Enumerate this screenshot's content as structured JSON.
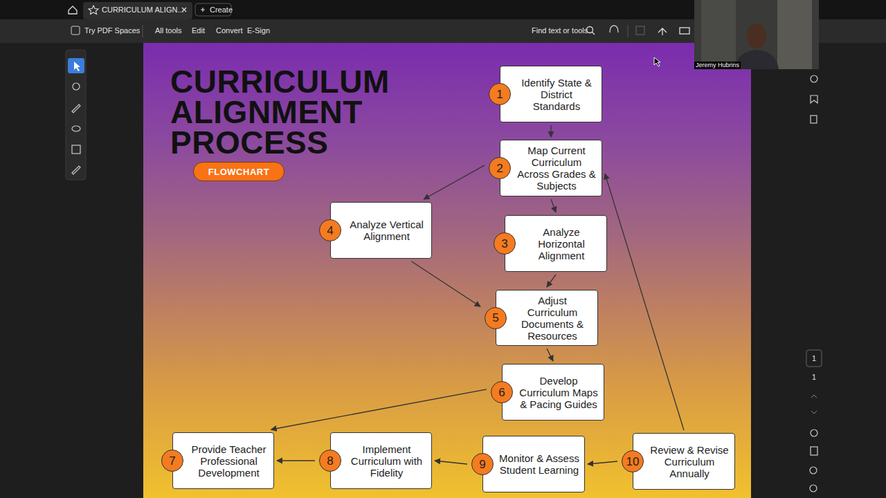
{
  "diagram": {
    "title": "CURRICULUM ALIGNMENT PROCESS",
    "nodes": [
      {
        "text": [
          "FLOWCHART"
        ]
      },
      {
        "text": [
          "Identify State & District Standards"
        ]
      },
      {
        "text": [
          "1"
        ],
        "in": 1
      },
      {
        "text": [
          "Map Current Curriculum Across Grades & Subjects"
        ]
      },
      {
        "text": [
          "2"
        ],
        "in": 3
      },
      {
        "text": [
          "Analyze Horizontal Alignment"
        ]
      },
      {
        "text": [
          "3"
        ],
        "in": 5
      },
      {
        "text": [
          "Analyze Vertical Alignment"
        ]
      },
      {
        "text": [
          "4"
        ],
        "in": 7
      },
      {
        "text": [
          "Adjust Curriculum Documents & Resources"
        ]
      },
      {
        "text": [
          "5"
        ],
        "in": 9
      },
      {
        "text": [
          "Develop Curriculum Maps & Pacing Guides"
        ]
      },
      {
        "text": [
          "6"
        ],
        "in": 11
      },
      {
        "text": [
          "Provide Teacher Professional Development"
        ]
      },
      {
        "text": [
          "7"
        ],
        "in": 13
      },
      {
        "text": [
          "Implement Curriculum with Fidelity"
        ]
      },
      {
        "text": [
          "8"
        ],
        "in": 15
      },
      {
        "text": [
          "Monitor & Assess Student Learning"
        ]
      },
      {
        "text": [
          "9"
        ],
        "in": 17
      },
      {
        "text": [
          "Review & Revise Curriculum Annually"
        ]
      },
      {
        "text": [
          "10"
        ],
        "in": 19
      }
    ],
    "edges": [
      {
        "from": 1,
        "to": 3,
        "arrow": "to"
      },
      {
        "from": 3,
        "to": 7,
        "arrow": "to"
      },
      {
        "from": 3,
        "to": 5,
        "arrow": "to"
      },
      {
        "from": 5,
        "to": 9,
        "arrow": "to"
      },
      {
        "from": 7,
        "to": 9,
        "arrow": "to"
      },
      {
        "from": 9,
        "to": 11,
        "arrow": "to"
      },
      {
        "from": 11,
        "to": 13,
        "arrow": "to"
      },
      {
        "from": 19,
        "to": 17,
        "arrow": "to"
      },
      {
        "from": 17,
        "to": 15,
        "arrow": "to"
      },
      {
        "from": 15,
        "to": 13,
        "arrow": "to"
      },
      {
        "from": 19,
        "to": 3,
        "arrow": "to"
      }
    ],
    "labels": [
      "CURRICULUM ALIGN...",
      "Create",
      "Try PDF Spaces",
      "All tools",
      "Edit",
      "Convert",
      "E-Sign",
      "Find text or tools",
      "Jeremy Hubrins",
      "1",
      "1"
    ]
  }
}
